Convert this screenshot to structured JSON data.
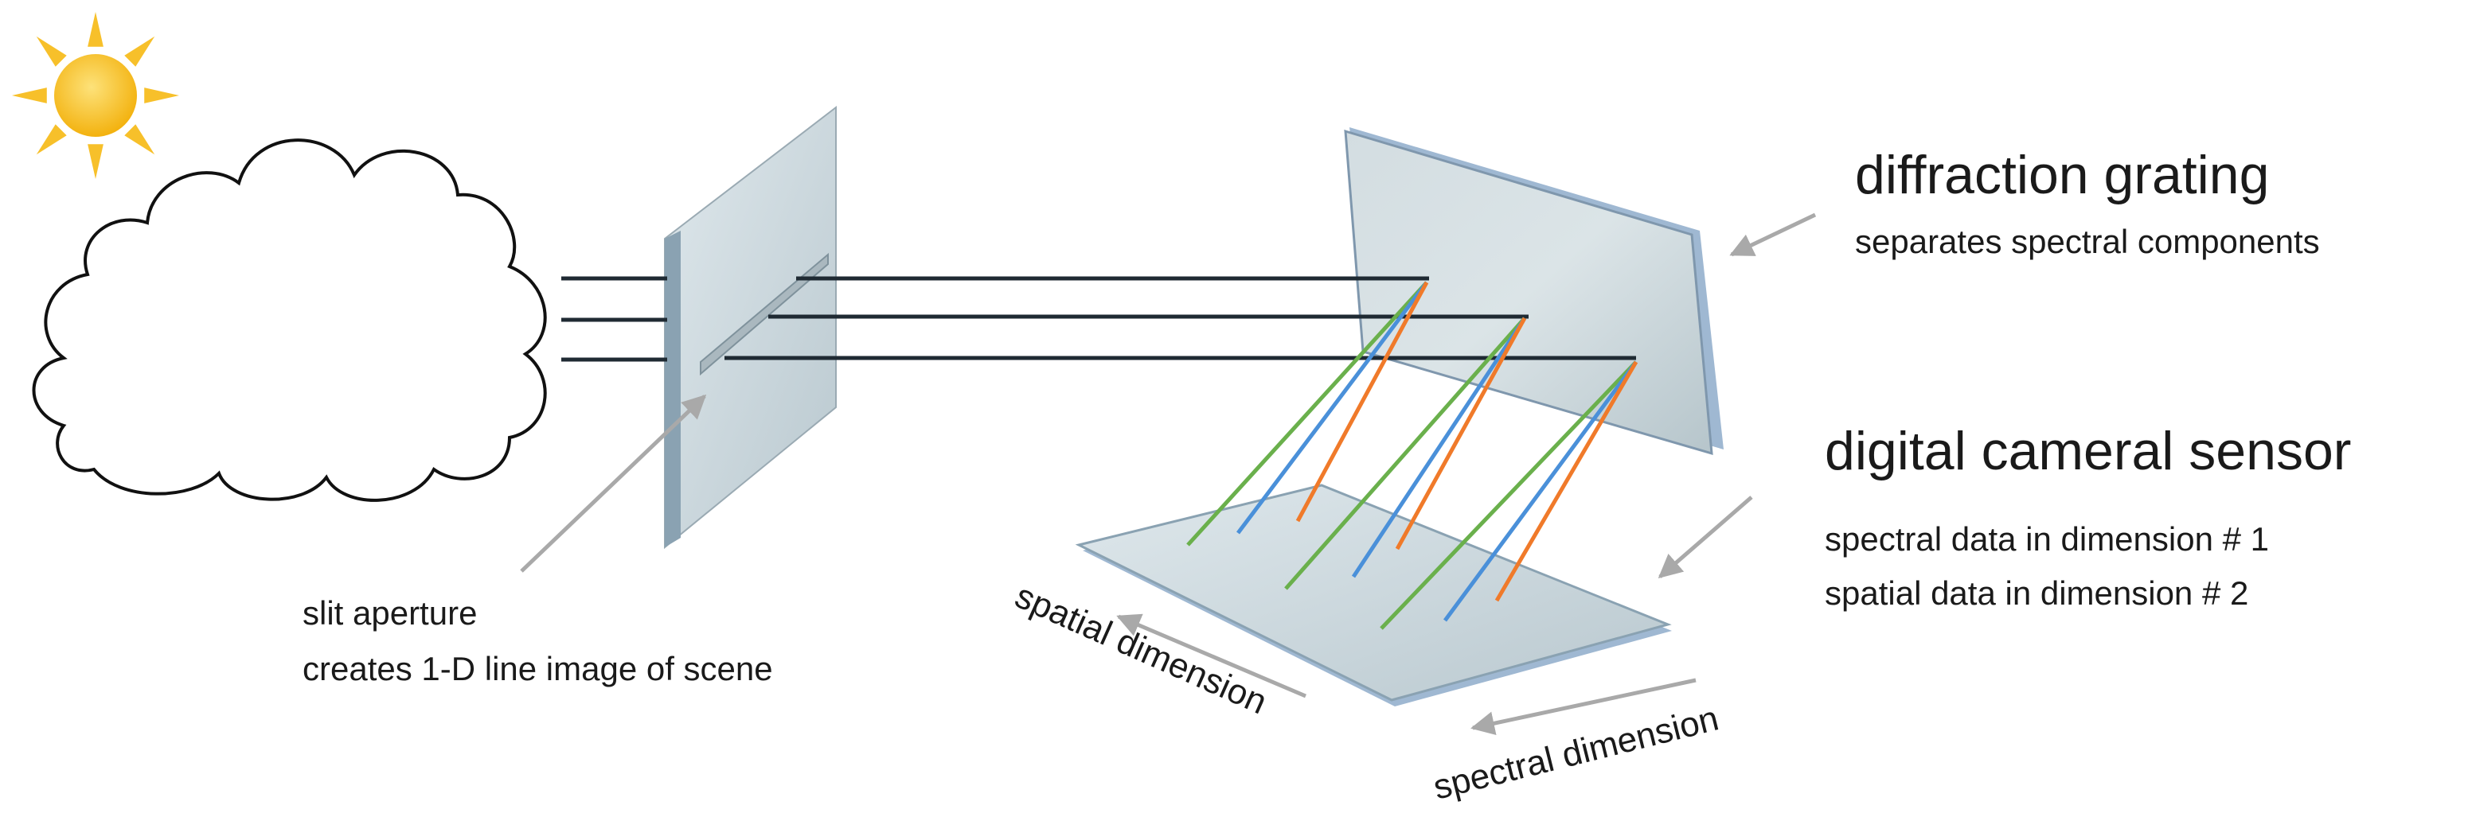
{
  "labels": {
    "grating_title": "diffraction grating",
    "grating_desc": "separates spectral components",
    "sensor_title": "digital cameral sensor",
    "sensor_desc_1": "spectral data in dimension # 1",
    "sensor_desc_2": "spatial data in dimension # 2",
    "slit_title": "slit aperture",
    "slit_desc": "creates 1-D line image of scene",
    "spatial_axis": "spatial dimension",
    "spectral_axis": "spectral dimension"
  },
  "colors": {
    "sun": "#f5b914",
    "sun_rays": "#f7c02a",
    "panel": "#d6e0e4",
    "panel_edge": "#8aa2b2",
    "beam": "#1f2a33",
    "ray_green": "#6ab04c",
    "ray_blue": "#4a90d9",
    "ray_orange": "#f07a2a",
    "pointer_arrow": "#a9a9a9"
  },
  "icons": [
    "sun-icon",
    "cloud-icon"
  ]
}
